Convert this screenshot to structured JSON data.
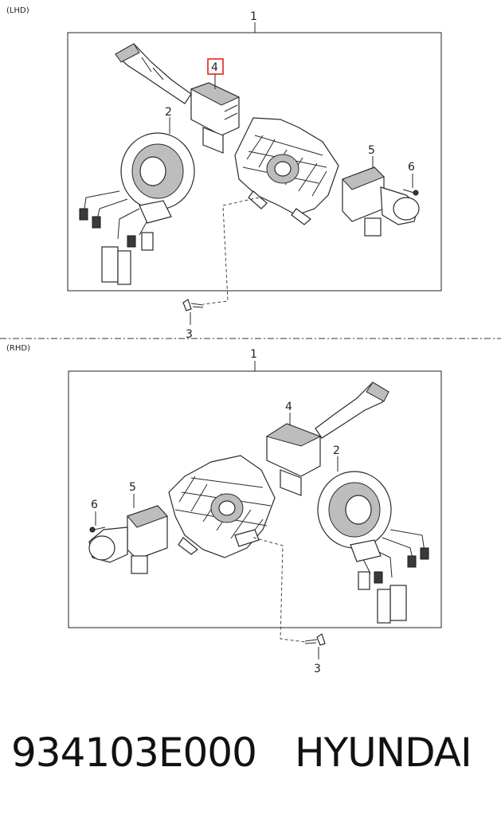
{
  "lhd": {
    "header": "(LHD)",
    "callouts": {
      "assembly": "1",
      "clock_spring": "2",
      "screw": "3",
      "switch_block": "4",
      "lever_switch": "5",
      "bolt": "6"
    },
    "highlighted": "4",
    "highlight_color": "#e2231a"
  },
  "rhd": {
    "header": "(RHD)",
    "callouts": {
      "assembly": "1",
      "clock_spring": "2",
      "screw": "3",
      "switch_block": "4",
      "lever_switch": "5",
      "bolt": "6"
    }
  },
  "caption": {
    "part_number": "934103E000",
    "brand": "HYUNDAI"
  }
}
